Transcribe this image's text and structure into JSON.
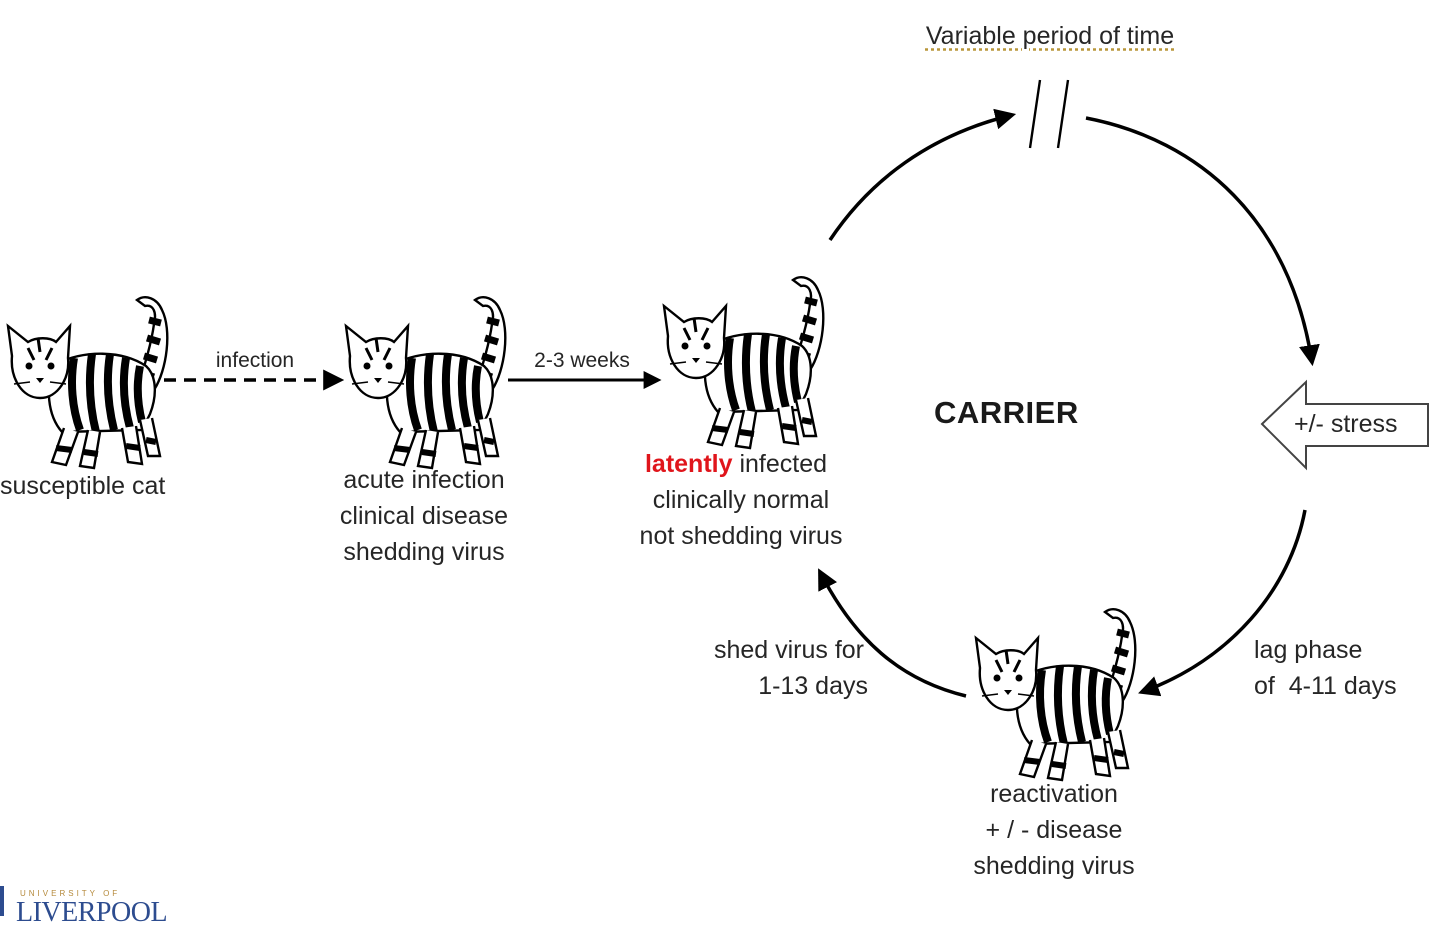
{
  "labels": {
    "infection": "infection",
    "weeks": "2-3 weeks",
    "variable_period": "Variable period of time",
    "susceptible": "susceptible cat",
    "acute_1": "acute infection",
    "acute_2": "clinical disease",
    "acute_3": "shedding virus",
    "latent_word": "latently",
    "latent_rest": " infected",
    "latent_2": "clinically normal",
    "latent_3": "not shedding virus",
    "carrier": "CARRIER",
    "stress": "+/- stress",
    "shed_1": "shed virus for",
    "shed_2": "1-13 days",
    "lag_1": "lag phase",
    "lag_2": "of  4-11 days",
    "react_1": "reactivation",
    "react_2": "+ / - disease",
    "react_3": "shedding virus"
  },
  "logo": {
    "line1": "UNIVERSITY OF",
    "line2": "LIVERPOOL"
  },
  "colors": {
    "highlight": "#e0151b",
    "logo_blue": "#2d4c8f",
    "logo_gold": "#b58a3c"
  }
}
